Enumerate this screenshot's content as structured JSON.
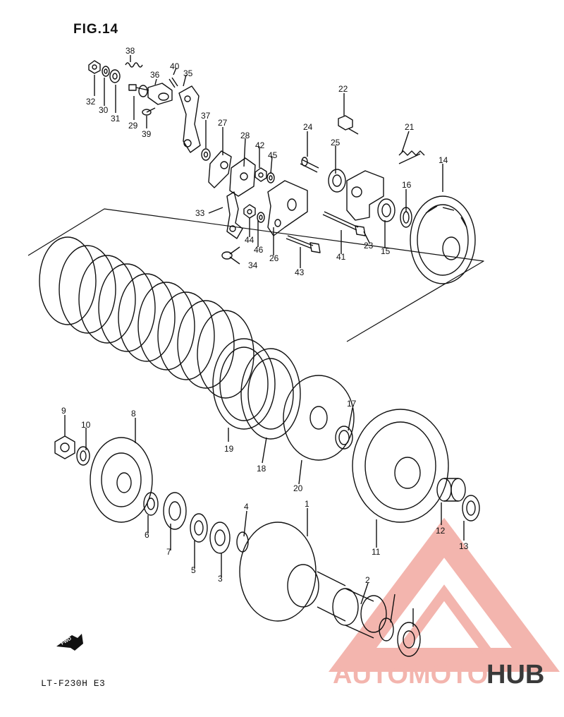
{
  "figure": {
    "title": "FIG.14",
    "model": "LT-F230H  E3"
  },
  "fwd_badge": {
    "label": "FWD"
  },
  "callouts": [
    "38",
    "40",
    "36",
    "35",
    "32",
    "30",
    "31",
    "29",
    "39",
    "37",
    "27",
    "28",
    "42",
    "45",
    "22",
    "24",
    "25",
    "21",
    "14",
    "16",
    "33",
    "44",
    "46",
    "34",
    "26",
    "43",
    "41",
    "23",
    "15",
    "9",
    "10",
    "8",
    "6",
    "7",
    "5",
    "3",
    "4",
    "1",
    "2",
    "19",
    "18",
    "20",
    "17",
    "11",
    "12",
    "13"
  ],
  "watermark": {
    "text_part1": "AUTOMOTO",
    "text_part2": "HUB",
    "color_primary": "#e0463c",
    "color_secondary": "#3a3a3a"
  },
  "colors": {
    "line": "#111111",
    "background": "#ffffff"
  }
}
